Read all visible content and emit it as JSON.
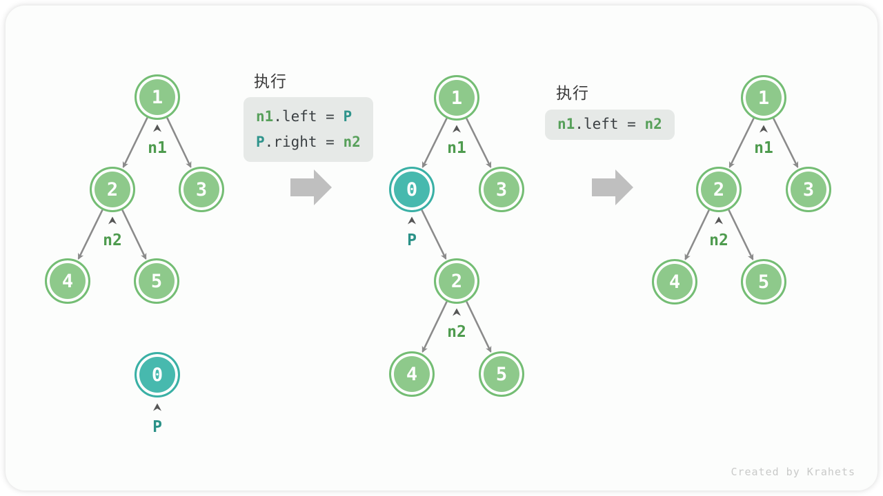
{
  "figure": {
    "watermark": "Created by Krahets"
  },
  "colors": {
    "page_bg": "#ffffff",
    "card_bg": "#fcfdfc",
    "node_green_fill": "#8ec98b",
    "node_green_border": "#74bd74",
    "node_teal_fill": "#47b9ae",
    "node_teal_border": "#3ab0a5",
    "node_text": "#ffffff",
    "edge_gray": "#8b8b8b",
    "caret_gray": "#565656",
    "label_green": "#4e9b4e",
    "label_teal": "#2a9187",
    "code_green": "#57a05a",
    "code_teal": "#2f948c",
    "code_plain": "#3b4043",
    "code_box_bg": "#e6e9e7",
    "heading_text": "#3a3a3a",
    "big_arrow_gray": "#bfbfbf",
    "watermark_gray": "#c9cac9"
  },
  "trees": [
    {
      "name": "initial-tree",
      "nodes": [
        {
          "v": "1"
        },
        {
          "v": "2"
        },
        {
          "v": "3"
        },
        {
          "v": "4"
        },
        {
          "v": "5"
        },
        {
          "v": "0"
        }
      ],
      "pointers": [
        {
          "v": "n1"
        },
        {
          "v": "n2"
        },
        {
          "v": "P"
        }
      ]
    },
    {
      "name": "tree-after-inserting-P",
      "nodes": [
        {
          "v": "1"
        },
        {
          "v": "0"
        },
        {
          "v": "3"
        },
        {
          "v": "2"
        },
        {
          "v": "4"
        },
        {
          "v": "5"
        }
      ],
      "pointers": [
        {
          "v": "n1"
        },
        {
          "v": "P"
        },
        {
          "v": "n2"
        }
      ]
    },
    {
      "name": "final-tree",
      "nodes": [
        {
          "v": "1"
        },
        {
          "v": "2"
        },
        {
          "v": "3"
        },
        {
          "v": "4"
        },
        {
          "v": "5"
        }
      ],
      "pointers": [
        {
          "v": "n1"
        },
        {
          "v": "n2"
        }
      ]
    }
  ],
  "code_blocks": [
    {
      "heading": "执行",
      "lines": [
        [
          {
            "t": "n1",
            "c": "green"
          },
          {
            "t": ".left = ",
            "c": "plain"
          },
          {
            "t": "P",
            "c": "teal"
          }
        ],
        [
          {
            "t": "P",
            "c": "teal"
          },
          {
            "t": ".right = ",
            "c": "plain"
          },
          {
            "t": "n2",
            "c": "green"
          }
        ]
      ]
    },
    {
      "heading": "执行",
      "lines": [
        [
          {
            "t": "n1",
            "c": "green"
          },
          {
            "t": ".left = ",
            "c": "plain"
          },
          {
            "t": "n2",
            "c": "green"
          }
        ]
      ]
    }
  ]
}
